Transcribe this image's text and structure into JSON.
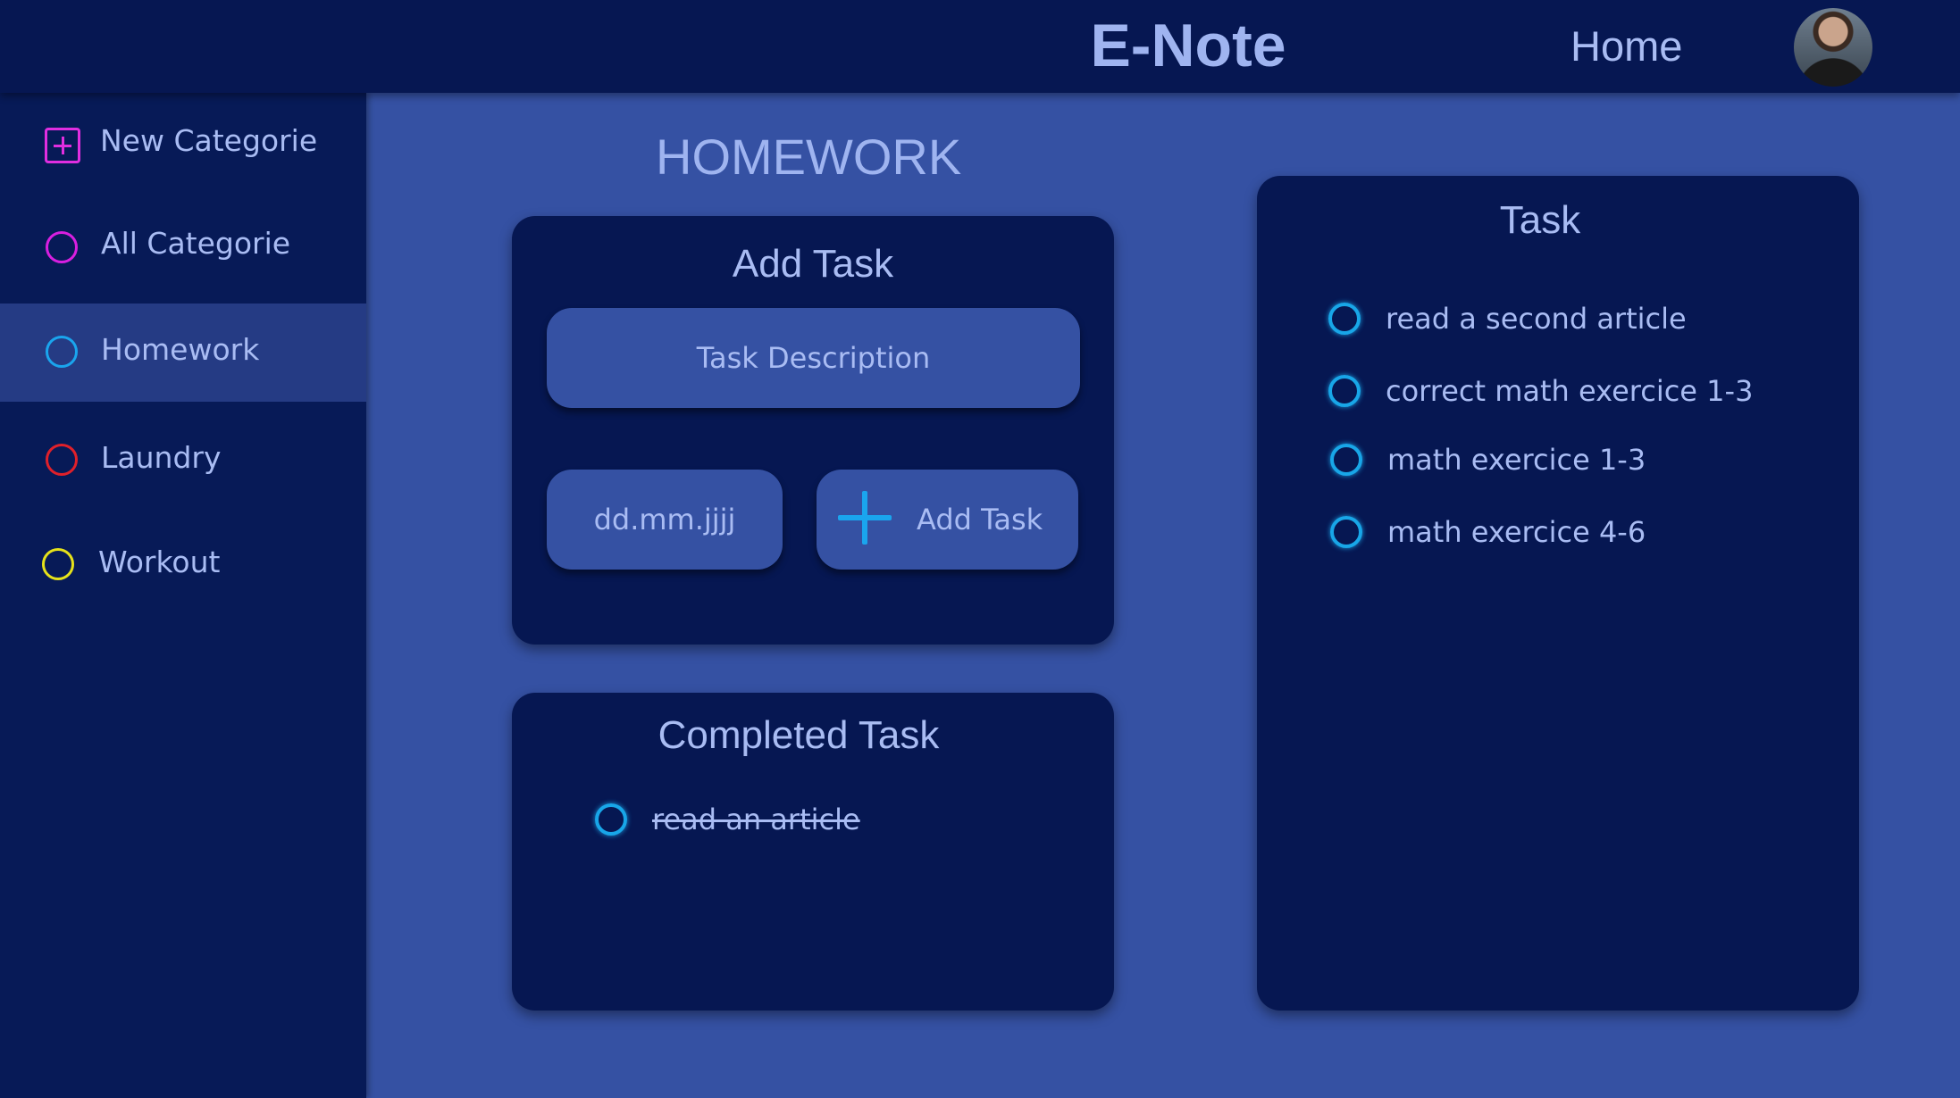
{
  "header": {
    "brand": "E-Note",
    "nav_home": "Home"
  },
  "sidebar": {
    "items": [
      {
        "label": "New Categorie",
        "icon": "plus-square-icon",
        "color": "#e02ee0"
      },
      {
        "label": "All Categorie",
        "icon": "circle-icon",
        "color": "#d81fe0"
      },
      {
        "label": "Homework",
        "icon": "circle-icon",
        "color": "#1aa5ee",
        "active": true
      },
      {
        "label": "Laundry",
        "icon": "circle-icon",
        "color": "#e0202a"
      },
      {
        "label": "Workout",
        "icon": "circle-icon",
        "color": "#e6e21a"
      }
    ]
  },
  "main": {
    "category_title": "HOMEWORK",
    "add_task": {
      "title": "Add Task",
      "description_placeholder": "Task Description",
      "date_placeholder": "dd.mm.jjjj",
      "add_button_label": "Add Task"
    },
    "completed": {
      "title": "Completed Task",
      "items": [
        "read an article"
      ]
    },
    "tasks": {
      "title": "Task",
      "items": [
        "read a second article",
        "correct math exercice 1-3",
        "math exercice 1-3",
        "math exercice 4-6"
      ]
    }
  },
  "colors": {
    "background": "#3551a3",
    "panel": "#061752",
    "accent": "#1aa5ee",
    "text": "#a9bcf3"
  }
}
